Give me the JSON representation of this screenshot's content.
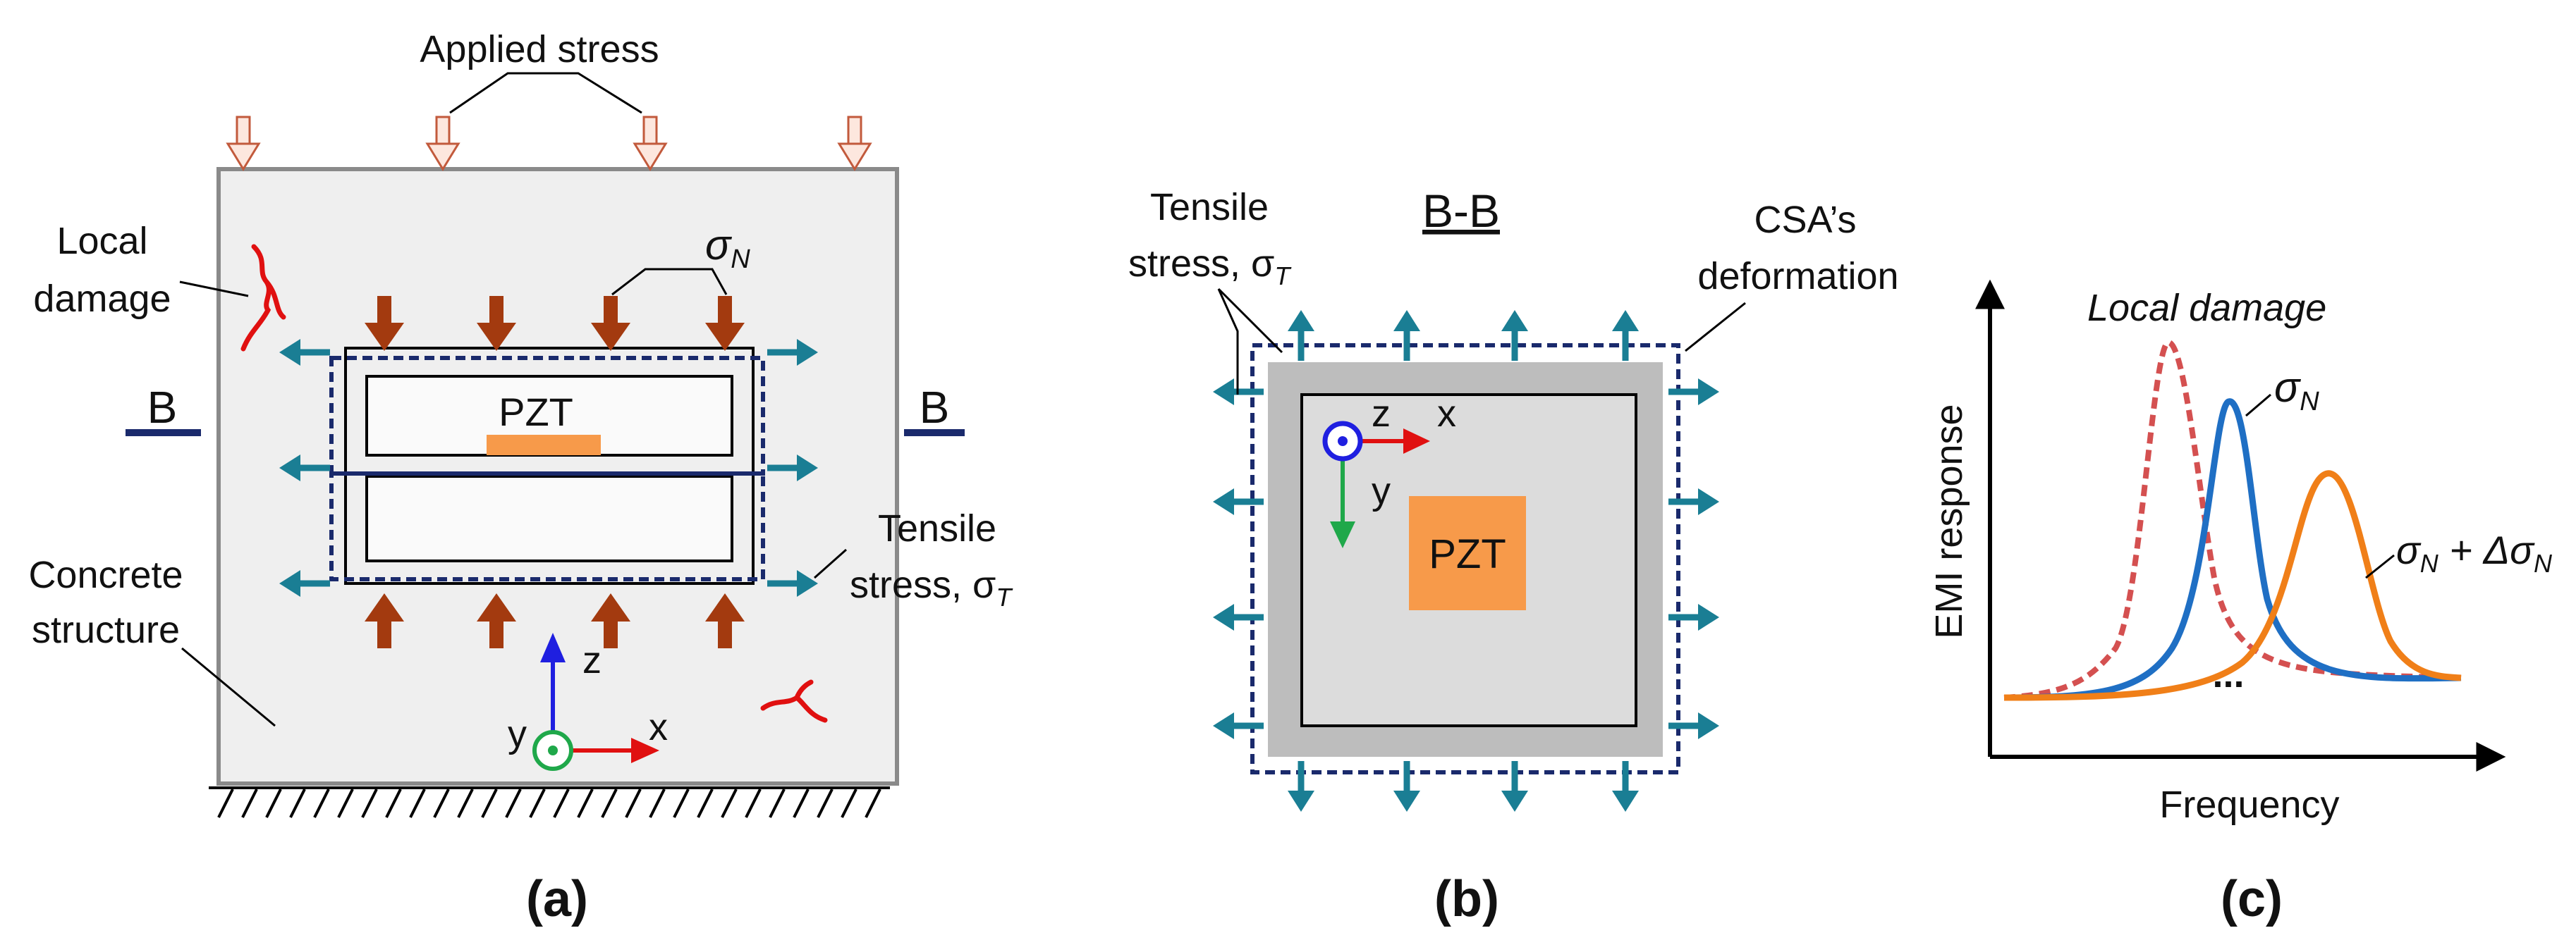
{
  "panel_a": {
    "applied_stress": "Applied stress",
    "local_damage_line1": "Local",
    "local_damage_line2": "damage",
    "sigma_n": "σ",
    "sigma_n_sub": "N",
    "section_left": "B",
    "section_right": "B",
    "pzt": "PZT",
    "tensile_line1": "Tensile",
    "tensile_line2": "stress, σ",
    "tensile_sub": "T",
    "concrete_line1": "Concrete",
    "concrete_line2": "structure",
    "axis_z": "z",
    "axis_y": "y",
    "axis_x": "x",
    "caption": "(a)"
  },
  "panel_b": {
    "title": "B-B",
    "tensile_line1": "Tensile",
    "tensile_line2": "stress, σ",
    "tensile_sub": "T",
    "csa_line1": "CSA’s",
    "csa_line2": "deformation",
    "axis_z": "z",
    "axis_x": "x",
    "axis_y": "y",
    "pzt": "PZT",
    "caption": "(b)"
  },
  "panel_c": {
    "local_damage": "Local damage",
    "sigma_n": "σ",
    "sigma_n_sub": "N",
    "sigma_shift": "σ",
    "sigma_shift_sub": "N",
    "sigma_shift_plus": " + Δσ",
    "sigma_shift_sub2": "N",
    "ellipsis": "...",
    "ylabel": "EMI response",
    "xlabel": "Frequency",
    "caption": "(c)"
  },
  "colors": {
    "concrete": "#efefef",
    "border_gray": "#8a8a8a",
    "stress_arrow": "#a33a0f",
    "teal_arrow": "#1a7e94",
    "navy_dash": "#1a2a6c",
    "pzt_orange": "#f79a4a",
    "red": "#e01010",
    "blue": "#1f1fe0",
    "green": "#1fa84a",
    "curve_blue": "#1f6fc4",
    "curve_orange": "#f07f18",
    "curve_red": "#d45050"
  }
}
